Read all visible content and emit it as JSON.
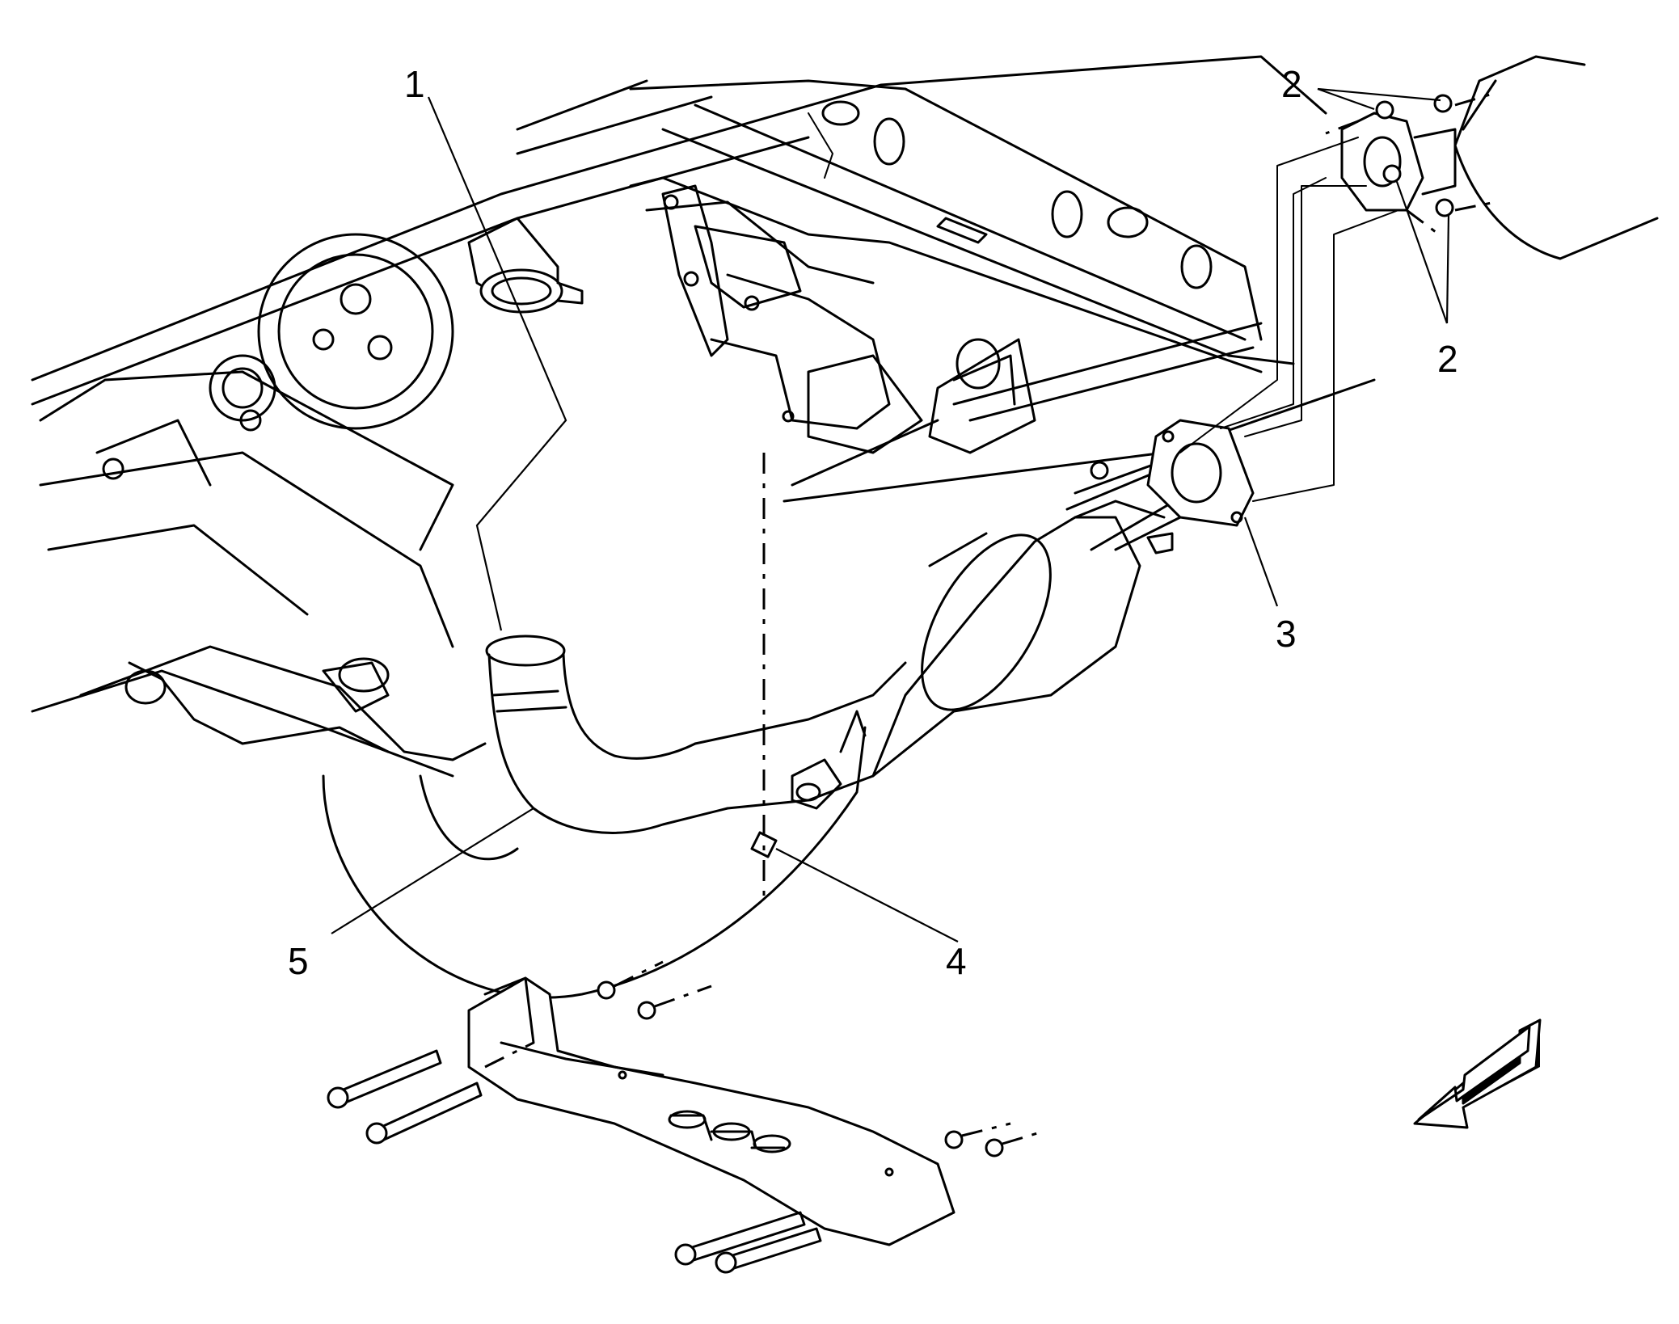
{
  "diagram": {
    "callouts": [
      {
        "id": "1",
        "label": "1"
      },
      {
        "id": "2a",
        "label": "2"
      },
      {
        "id": "2b",
        "label": "2"
      },
      {
        "id": "3",
        "label": "3"
      },
      {
        "id": "4",
        "label": "4"
      },
      {
        "id": "5",
        "label": "5"
      }
    ],
    "icons": {
      "direction_arrow": "front-direction-arrow-icon"
    }
  }
}
